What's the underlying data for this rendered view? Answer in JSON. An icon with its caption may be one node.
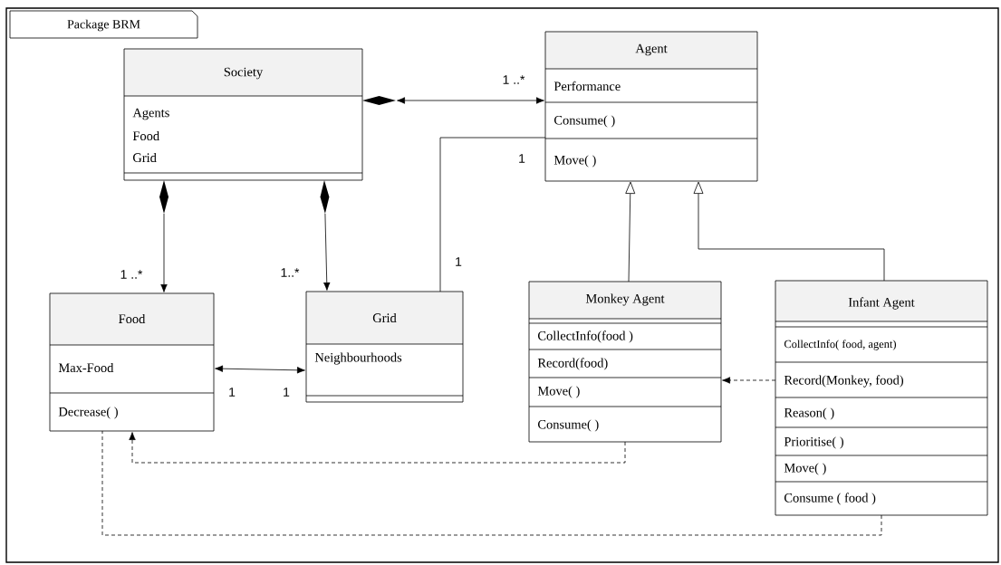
{
  "diagram": {
    "nodes": [
      {
        "text": [
          "Package BRM"
        ]
      },
      {
        "text": [
          "Society",
          "Agents",
          "Food",
          "Grid"
        ],
        "in": 0
      },
      {
        "text": [
          "Agent",
          "Performance",
          "Consume( )",
          "Move( )"
        ],
        "in": 0
      },
      {
        "text": [
          "Food",
          "Max-Food",
          "Decrease( )"
        ],
        "in": 0
      },
      {
        "text": [
          "Grid",
          "Neighbourhoods"
        ],
        "in": 0
      },
      {
        "text": [
          "Monkey Agent",
          "CollectInfo(food )",
          "Record(food)",
          "Move( )",
          "Consume( )"
        ],
        "in": 0
      },
      {
        "text": [
          "Infant Agent",
          "CollectInfo( food, agent)",
          "Record(Monkey, food)",
          "Reason( )",
          "Prioritise( )",
          "Move( )",
          "Consume ( food )"
        ],
        "in": 0
      }
    ],
    "edges": [
      {
        "from": 1,
        "to": 2,
        "arrow": "both"
      },
      {
        "from": 1,
        "to": 3,
        "arrow": "to"
      },
      {
        "from": 1,
        "to": 4,
        "arrow": "to"
      },
      {
        "from": 4,
        "to": 2,
        "arrow": "none"
      },
      {
        "from": 3,
        "to": 4,
        "arrow": "both"
      },
      {
        "from": 5,
        "to": 2,
        "arrow": "to"
      },
      {
        "from": 6,
        "to": 2,
        "arrow": "to"
      },
      {
        "from": 6,
        "to": 5,
        "arrow": "to",
        "style": "dashed"
      },
      {
        "from": 5,
        "to": 3,
        "arrow": "to",
        "style": "dashed"
      },
      {
        "from": 6,
        "to": 3,
        "arrow": "none",
        "style": "dashed"
      }
    ],
    "labels": [
      "1 ..*",
      "1",
      "1 ..*",
      "1..*",
      "1",
      "1",
      "1"
    ]
  }
}
